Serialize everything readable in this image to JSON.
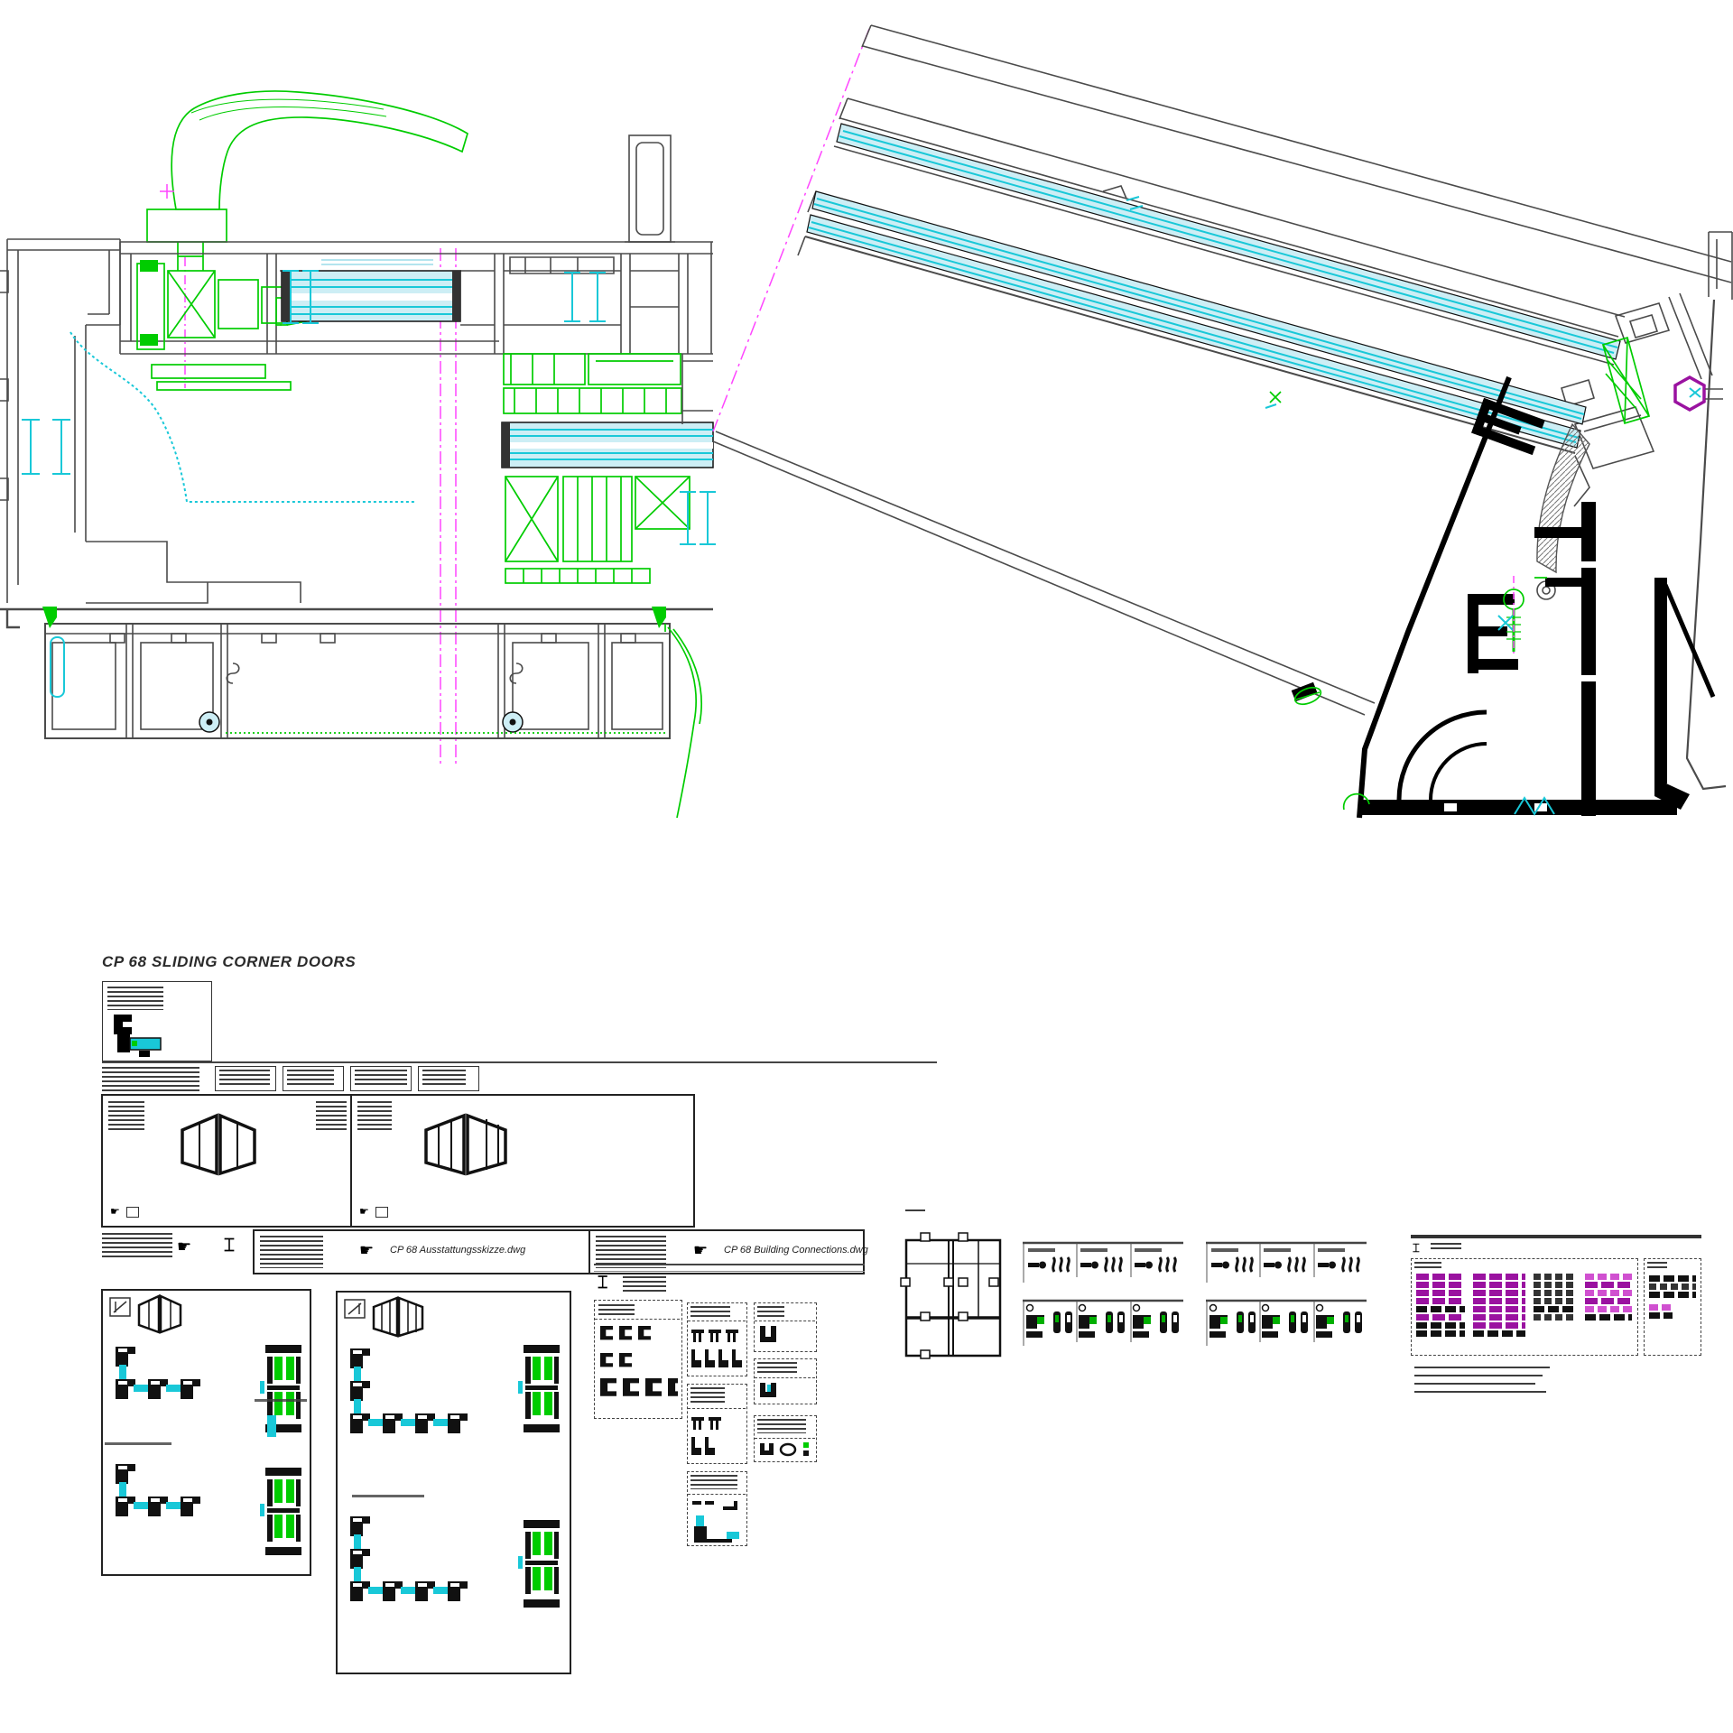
{
  "page": {
    "background": "#ffffff"
  },
  "colors": {
    "outline": "#4b4b4b",
    "hardware_green": "#00cc00",
    "glazing_cyan": "#19c8d8",
    "glazing_fill": "#cdeef5",
    "centerline_magenta": "#ff45ff",
    "legend_purple": "#9a12a0",
    "profile_black": "#000000"
  },
  "sheet": {
    "title": "CP 68 SLIDING CORNER DOORS",
    "references": [
      {
        "file": "CP 68 Ausstattungsskizze.dwg"
      },
      {
        "file": "CP 68 Building Connections.dwg"
      }
    ],
    "icons": {
      "hand": "☛",
      "section": "⌶"
    }
  }
}
